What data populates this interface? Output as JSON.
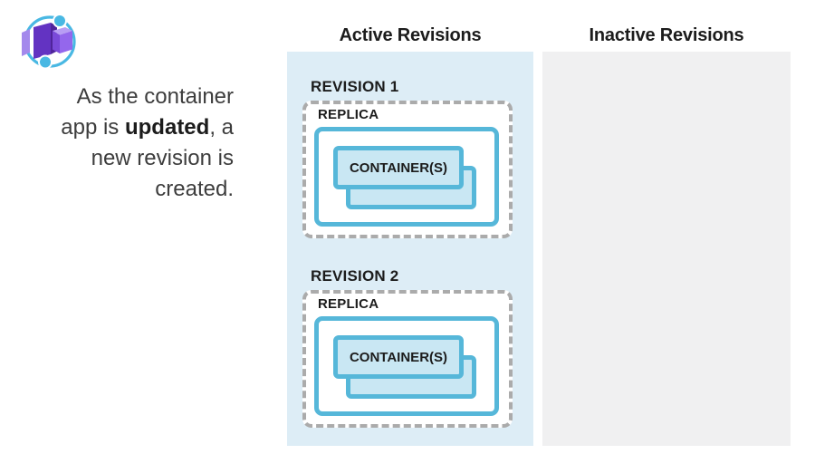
{
  "theme": {
    "panel-active-bg": "#ddedf6",
    "panel-inactive-bg": "#f0f0f1",
    "box-border-blue": "#56b7d9",
    "card-fill-blue": "#c9e7f3",
    "dashed-border-gray": "#ababab",
    "text-dark": "#1c1c1c",
    "text-gray": "#3d3d3d",
    "logo-circle-blue": "#49b8e3",
    "logo-purple-slab": "#a489ec",
    "logo-purple-front": "#6333c2",
    "logo-purple-side": "#4f249b",
    "logo-purple-cube-top": "#b89ef4",
    "logo-purple-cube-front": "#7a4ad9",
    "logo-purple-cube-right": "#9467ec"
  },
  "icon": {
    "name": "azure-container-apps-logo"
  },
  "caption": {
    "text_before": "As the container app is ",
    "bold_word": "updated",
    "text_after": ", a new revision is created."
  },
  "columns": {
    "active": {
      "title": "Active Revisions",
      "revisions": [
        {
          "label": "REVISION 1",
          "replica_label": "REPLICA",
          "container_label": "CONTAINER(S)"
        },
        {
          "label": "REVISION 2",
          "replica_label": "REPLICA",
          "container_label": "CONTAINER(S)"
        }
      ]
    },
    "inactive": {
      "title": "Inactive Revisions"
    }
  }
}
